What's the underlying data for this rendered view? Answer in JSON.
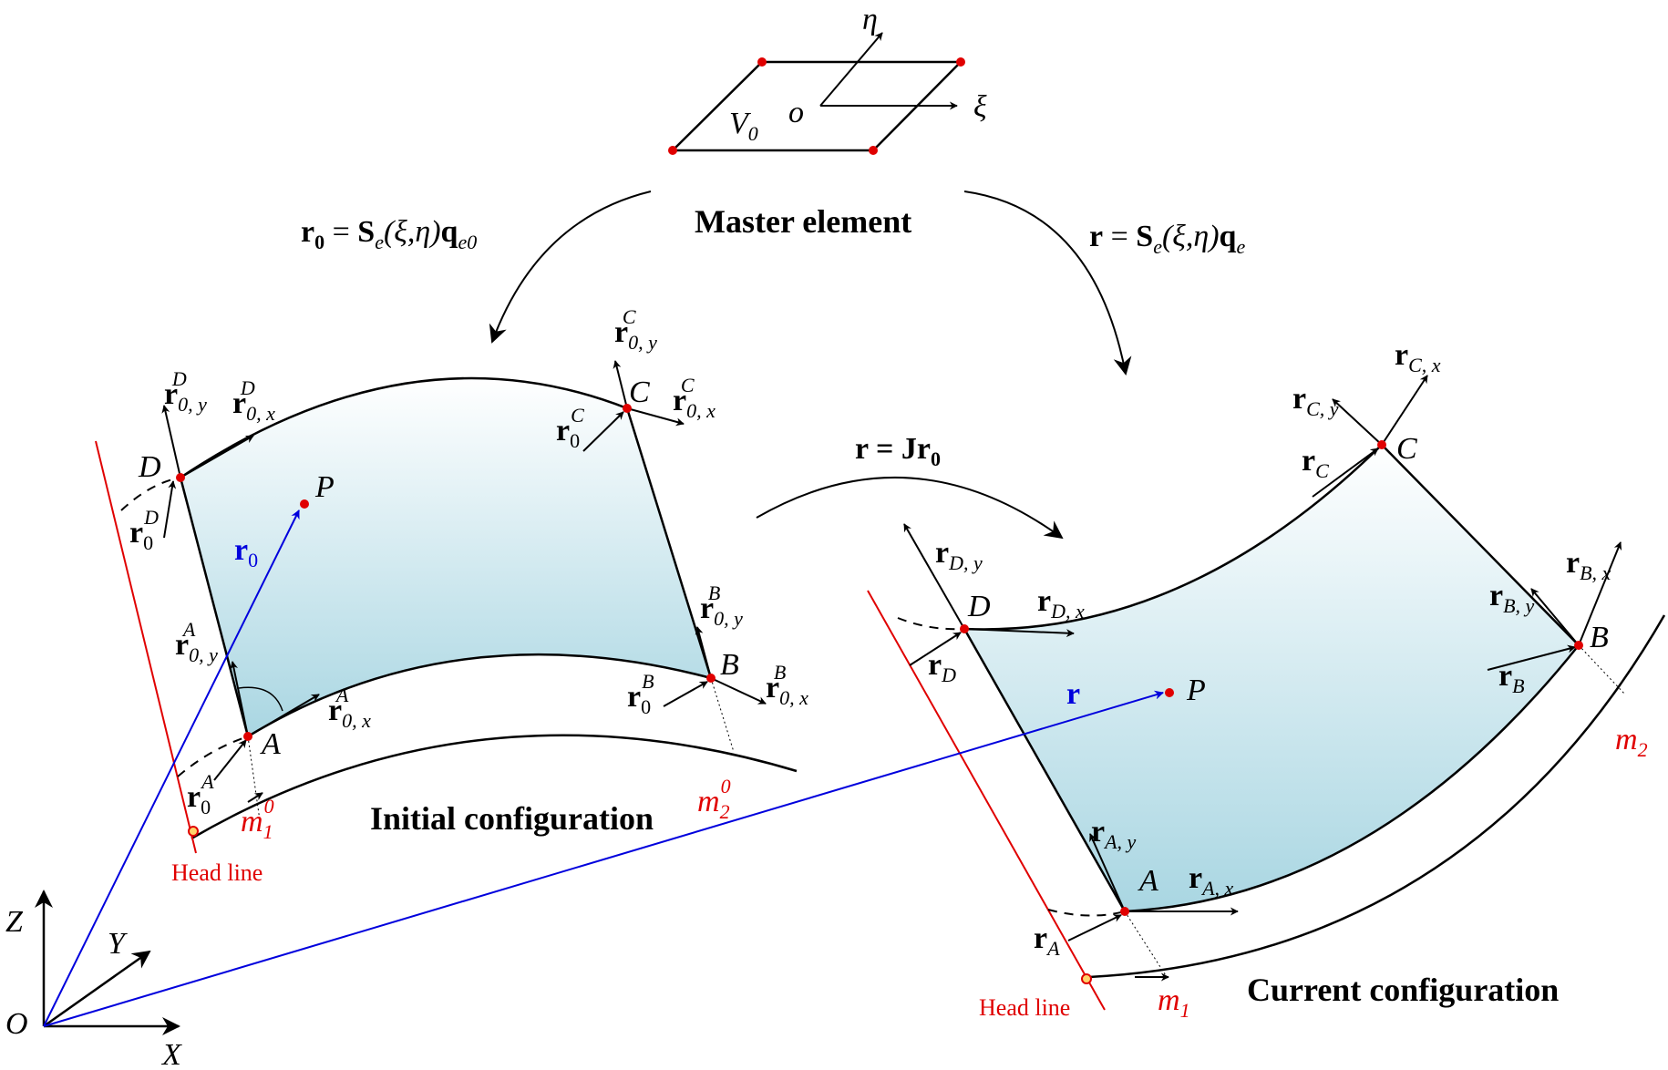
{
  "master": {
    "title": "Master element",
    "eta": "η",
    "xi": "ξ",
    "origin": "o",
    "volume": "V",
    "volume_sub": "0"
  },
  "equations": {
    "left": {
      "lhs_r": "r",
      "lhs_sub": "0",
      "eq": " = ",
      "S": "S",
      "S_sub": "e",
      "args": "(ξ,η)",
      "q": "q",
      "q_sub": "e0"
    },
    "right": {
      "lhs_r": "r",
      "eq": " = ",
      "S": "S",
      "S_sub": "e",
      "args": "(ξ,η)",
      "q": "q",
      "q_sub": "e"
    },
    "middle": {
      "text": "r = Jr",
      "sub": "0"
    }
  },
  "initial": {
    "title": "Initial configuration",
    "head_line": "Head line",
    "nodes": {
      "A": "A",
      "B": "B",
      "C": "C",
      "D": "D",
      "P": "P"
    },
    "m1": "m",
    "m1_sub": "1",
    "m1_sup": "0",
    "m2": "m",
    "m2_sub": "2",
    "m2_sup": "0",
    "r0_label": "r",
    "r0_sub": "0",
    "vec": {
      "r": "r",
      "sub0": "0",
      "sub0x": "0, x",
      "sub0y": "0, y",
      "A": "A",
      "B": "B",
      "C": "C",
      "D": "D"
    }
  },
  "current": {
    "title": "Current configuration",
    "head_line": "Head line",
    "nodes": {
      "A": "A",
      "B": "B",
      "C": "C",
      "D": "D",
      "P": "P"
    },
    "m1": "m",
    "m1_sub": "1",
    "m2": "m",
    "m2_sub": "2",
    "r_label": "r",
    "vec": {
      "r": "r",
      "Ax": "A, x",
      "Ay": "A, y",
      "A": "A",
      "Bx": "B, x",
      "By": "B, y",
      "B": "B",
      "Cx": "C, x",
      "Cy": "C, y",
      "C": "C",
      "Dx": "D, x",
      "Dy": "D, y",
      "D": "D"
    }
  },
  "global_axes": {
    "Z": "Z",
    "Y": "Y",
    "X": "X",
    "O": "O"
  },
  "colors": {
    "red": "#e00000",
    "blue": "#0000dd",
    "fill_top": "#ffffff",
    "fill_bottom": "#a9d6e2"
  }
}
